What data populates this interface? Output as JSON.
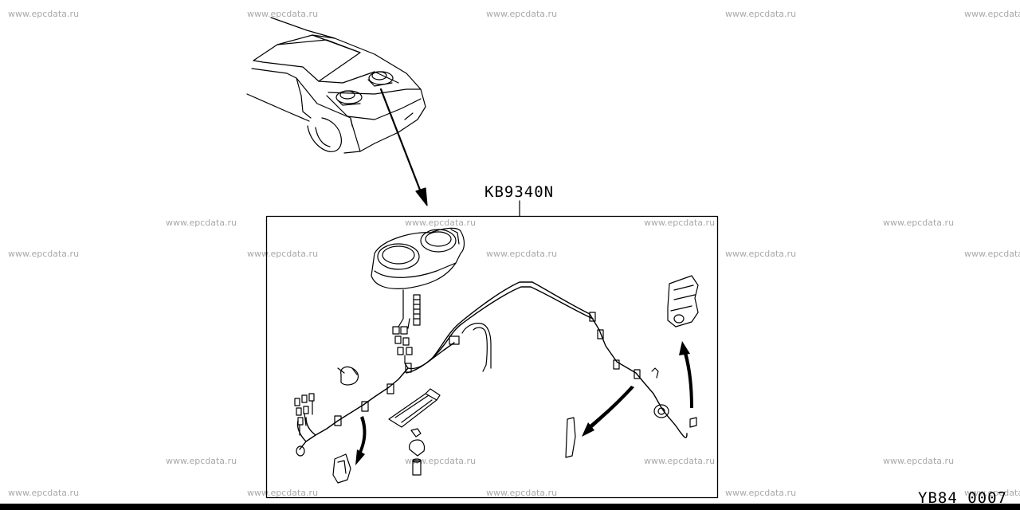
{
  "watermark": "www.epcdata.ru",
  "part_number": "KB9340N",
  "diagram_code": "YB84 0007"
}
